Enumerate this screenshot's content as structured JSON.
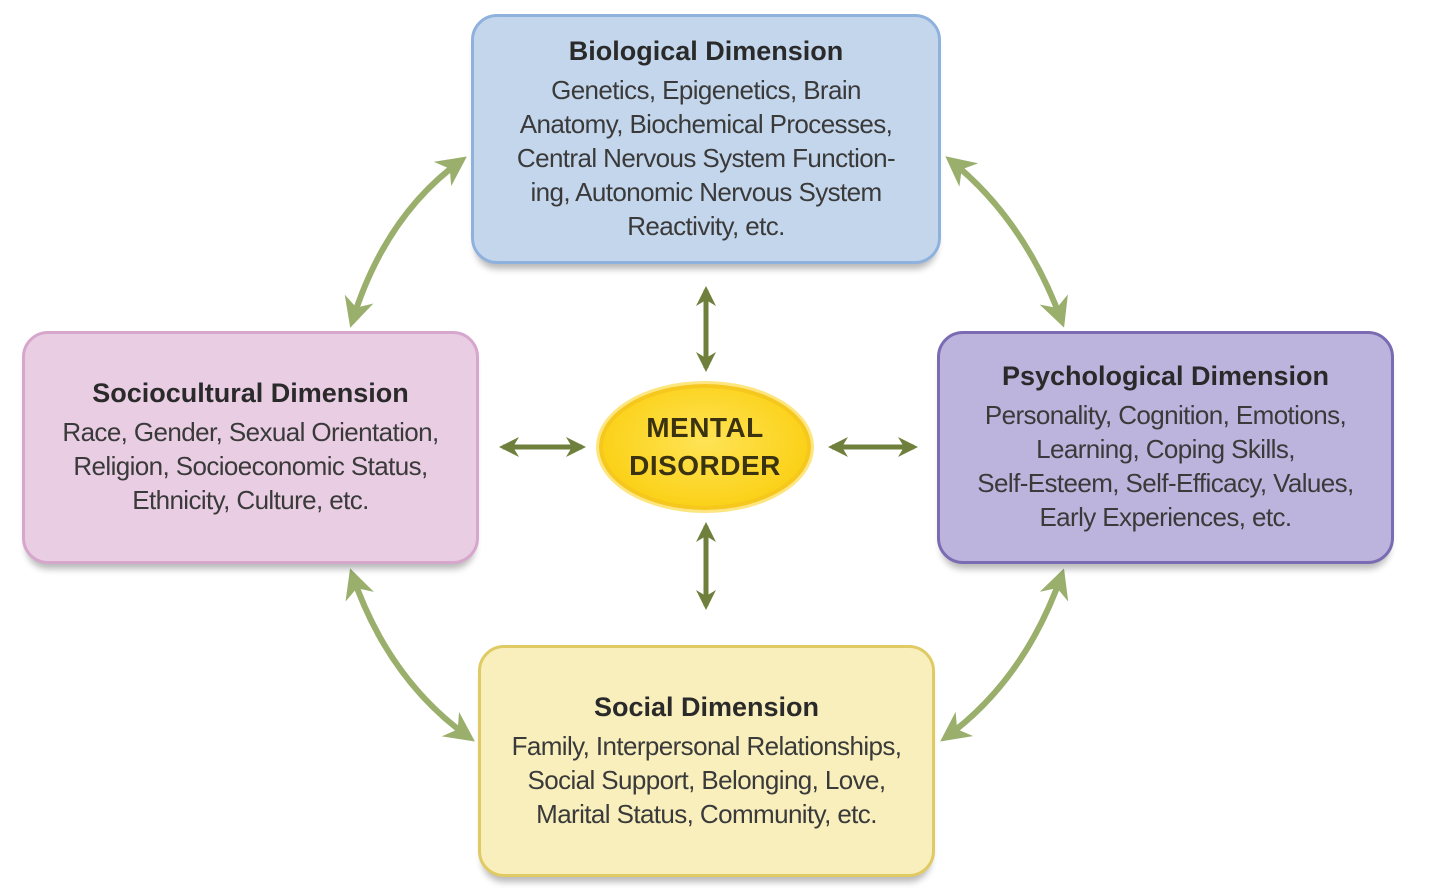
{
  "center": {
    "line1": "MENTAL",
    "line2": "DISORDER"
  },
  "biological": {
    "title": "Biological Dimension",
    "lines": [
      "Genetics, Epigenetics, Brain",
      "Anatomy, Biochemical Processes,",
      "Central Nervous System Function-",
      "ing, Autonomic Nervous System",
      "Reactivity, etc."
    ]
  },
  "sociocultural": {
    "title": "Sociocultural Dimension",
    "lines": [
      "Race, Gender, Sexual Orientation,",
      "Religion, Socioeconomic Status,",
      "Ethnicity, Culture, etc."
    ]
  },
  "psychological": {
    "title": "Psychological Dimension",
    "lines": [
      "Personality, Cognition, Emotions,",
      "Learning, Coping Skills,",
      "Self-Esteem, Self-Efficacy, Values,",
      "Early Experiences, etc."
    ]
  },
  "social": {
    "title": "Social Dimension",
    "lines": [
      "Family, Interpersonal Relationships,",
      "Social Support, Belonging, Love,",
      "Marital Status, Community, etc."
    ]
  },
  "colors": {
    "outer_arrow": "#9aaf6c",
    "inner_arrow": "#6f7f3c",
    "biological_fill": "#c4d6ec",
    "sociocultural_fill": "#e9cde3",
    "psychological_fill": "#bcb4dc",
    "social_fill": "#f8efbd",
    "center_fill": "#fbd21a"
  }
}
